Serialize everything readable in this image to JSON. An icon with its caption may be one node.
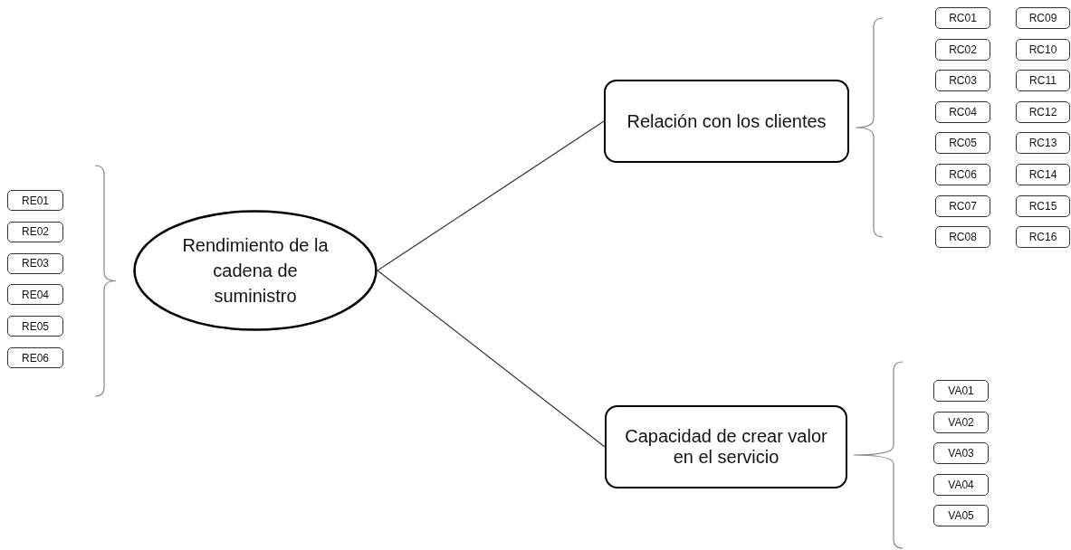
{
  "diagram": {
    "nodes": [
      {
        "text": [
          "Rendimiento de la cadena de suministro"
        ]
      },
      {
        "text": [
          "Relación con los clientes"
        ]
      },
      {
        "text": [
          "Capacidad de crear valor en el servicio"
        ]
      },
      {
        "text": [
          "RE01"
        ]
      },
      {
        "text": [
          "RE02"
        ]
      },
      {
        "text": [
          "RE03"
        ]
      },
      {
        "text": [
          "RE04"
        ]
      },
      {
        "text": [
          "RE05"
        ]
      },
      {
        "text": [
          "RE06"
        ]
      },
      {
        "text": [
          "RC01"
        ]
      },
      {
        "text": [
          "RC02"
        ]
      },
      {
        "text": [
          "RC03"
        ]
      },
      {
        "text": [
          "RC04"
        ]
      },
      {
        "text": [
          "RC05"
        ]
      },
      {
        "text": [
          "RC06"
        ]
      },
      {
        "text": [
          "RC07"
        ]
      },
      {
        "text": [
          "RC08"
        ]
      },
      {
        "text": [
          "RC09"
        ]
      },
      {
        "text": [
          "RC10"
        ]
      },
      {
        "text": [
          "RC11"
        ]
      },
      {
        "text": [
          "RC12"
        ]
      },
      {
        "text": [
          "RC13"
        ]
      },
      {
        "text": [
          "RC14"
        ]
      },
      {
        "text": [
          "RC15"
        ]
      },
      {
        "text": [
          "RC16"
        ]
      },
      {
        "text": [
          "VA01"
        ]
      },
      {
        "text": [
          "VA02"
        ]
      },
      {
        "text": [
          "VA03"
        ]
      },
      {
        "text": [
          "VA04"
        ]
      },
      {
        "text": [
          "VA05"
        ]
      }
    ],
    "edges": [
      {
        "from": 0,
        "to": 1,
        "arrow": "none"
      },
      {
        "from": 0,
        "to": 2,
        "arrow": "none"
      }
    ]
  }
}
